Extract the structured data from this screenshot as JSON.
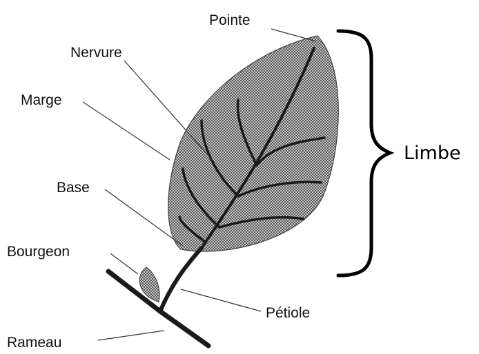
{
  "labels": {
    "pointe": "Pointe",
    "nervure": "Nervure",
    "marge": "Marge",
    "base": "Base",
    "bourgeon": "Bourgeon",
    "petiole": "Pétiole",
    "rameau": "Rameau",
    "limbe": "Limbe"
  },
  "colors": {
    "leaf_fill": "#9a9a9a",
    "ink": "#1a1a1a"
  }
}
